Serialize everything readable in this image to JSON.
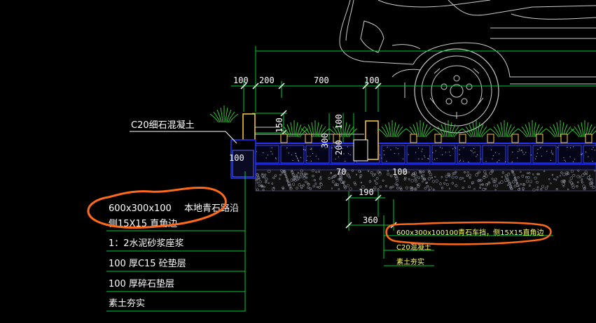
{
  "colors": {
    "background": "#000000",
    "leader": "#00cc33",
    "annotation": "#ff6a1a",
    "pavement": "#2233ff",
    "curb": "#ffcc44",
    "grass": "#33cc33",
    "car": "#cccccc"
  },
  "dimensions": {
    "d100_left": "100",
    "d200": "200",
    "d700": "700",
    "d100_right": "100",
    "d150": "150",
    "d300": "300",
    "d100_vertical": "100",
    "d200_vertical": "200",
    "d100_low": "100",
    "d70": "70",
    "d100_bottom": "100",
    "d190": "190",
    "d360": "360"
  },
  "labels": {
    "c20_concrete": "C20细石混凝土",
    "left_layers": [
      "600x300x100 本地青石路沿侧15X15 直角边",
      "1：2水泥砂浆座浆",
      "100 厚C15 砼垫层",
      "100 厚碎石垫层",
      "素土夯实"
    ],
    "left_layer_line1a": "600x300x100",
    "left_layer_line1b": "本地青石路沿",
    "left_layer_line1c": "侧15X15 直角边",
    "right_layers": [
      "600x300x100100青石车挡，侧15X15直角边",
      "C20混凝土",
      "素土夯实"
    ]
  }
}
